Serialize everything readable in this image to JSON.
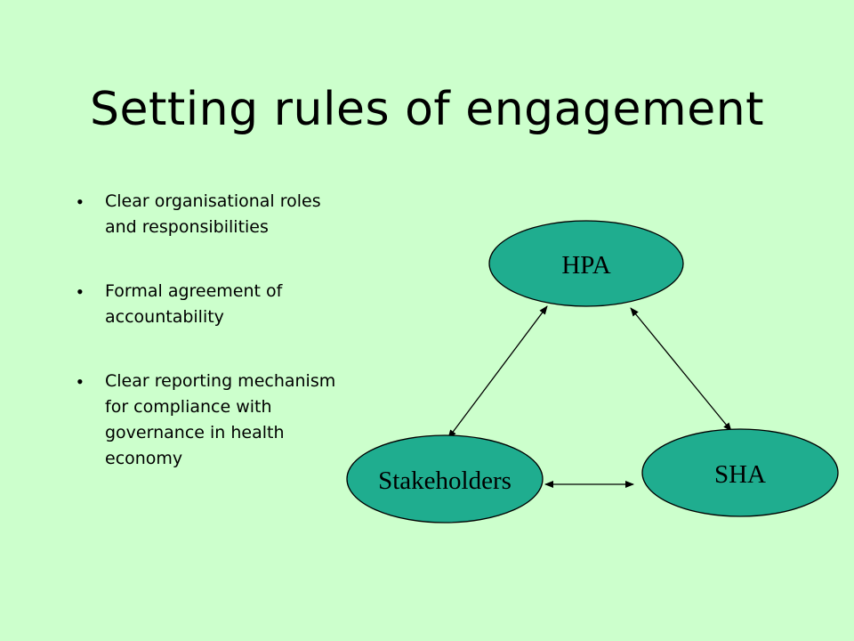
{
  "slide": {
    "title": "Setting rules of engagement",
    "bullet_symbol": "•",
    "bullets": [
      "Clear organisational roles and responsibilities",
      "Formal agreement of accountability",
      "Clear reporting mechanism for compliance with governance in health economy"
    ]
  },
  "diagram": {
    "nodes": {
      "hpa": "HPA",
      "stakeholders": "Stakeholders",
      "sha": "SHA"
    },
    "edges": [
      {
        "from": "HPA",
        "to": "Stakeholders",
        "bidirectional": true
      },
      {
        "from": "HPA",
        "to": "SHA",
        "bidirectional": true
      },
      {
        "from": "Stakeholders",
        "to": "SHA",
        "bidirectional": true
      }
    ]
  },
  "colors": {
    "background": "#ccffcc",
    "node_fill": "#1fad8f",
    "stroke": "#000000"
  }
}
